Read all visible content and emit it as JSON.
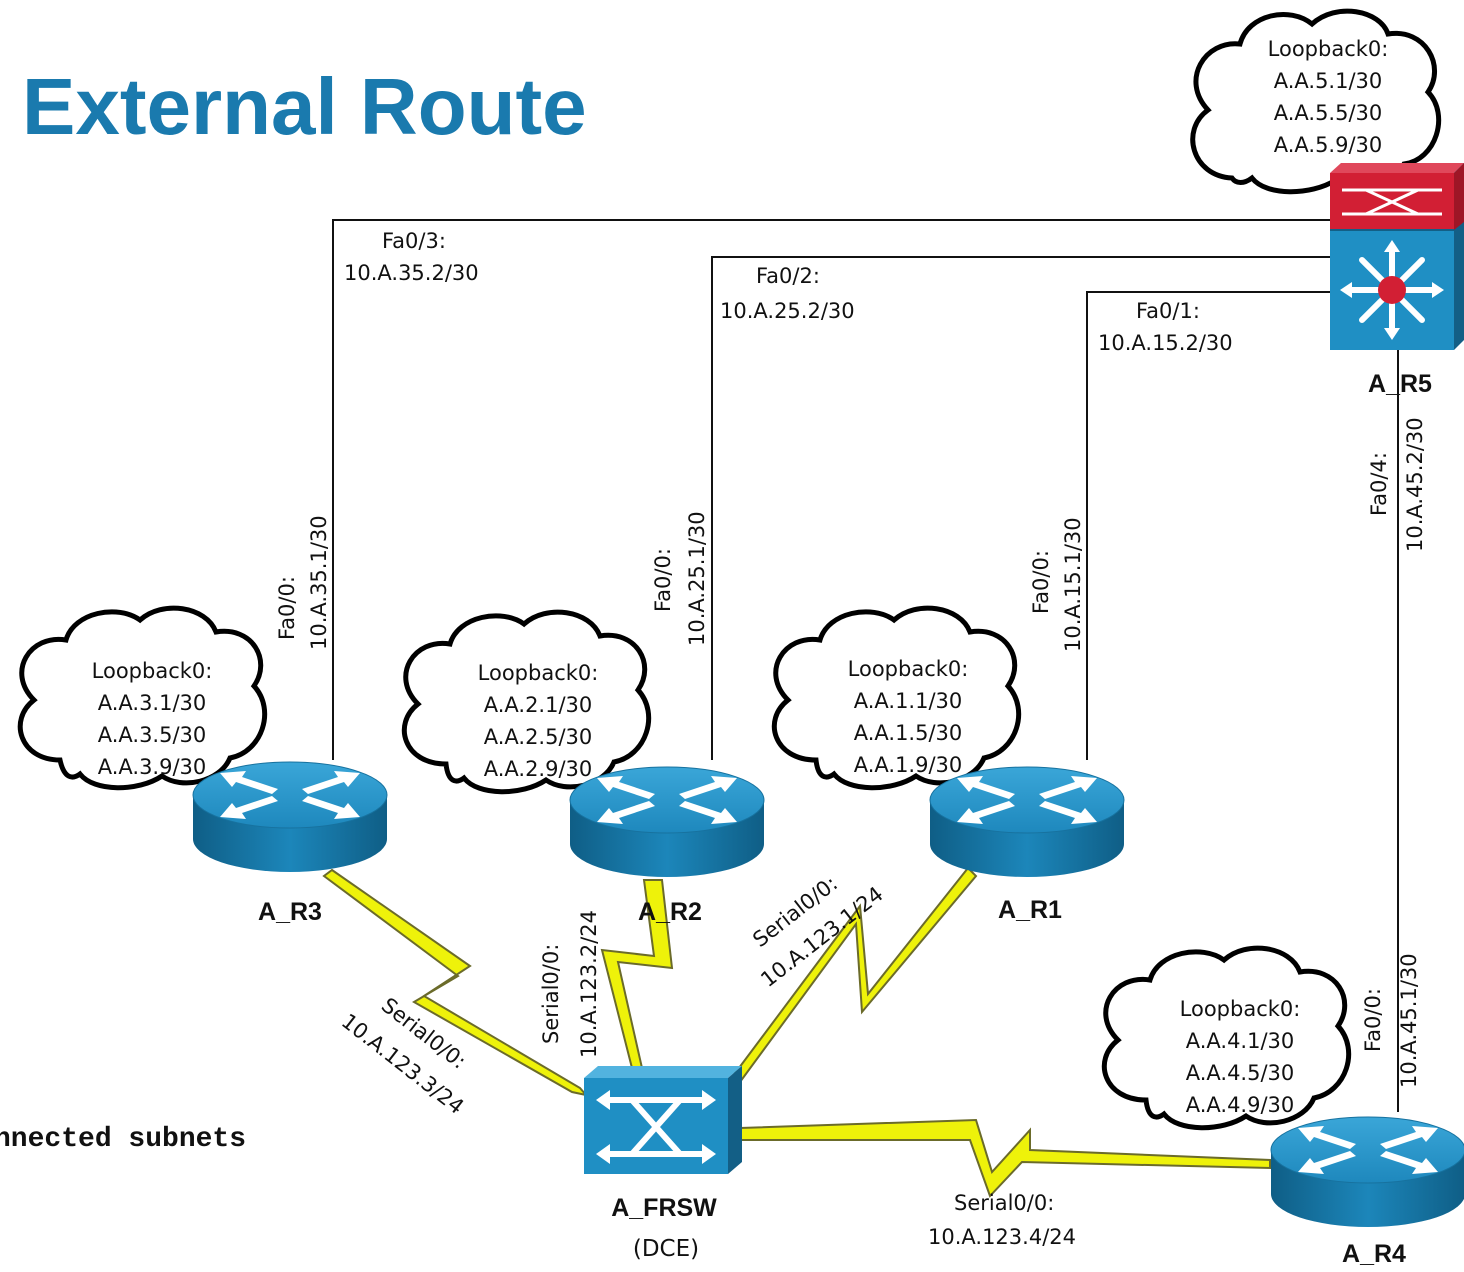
{
  "title": "External Route",
  "partial_text": "nnected subnets",
  "routers": {
    "r1": {
      "name": "A_R1",
      "icon": "router-icon",
      "loopback": [
        "Loopback0:",
        "A.A.1.1/30",
        "A.A.1.5/30",
        "A.A.1.9/30"
      ]
    },
    "r2": {
      "name": "A_R2",
      "icon": "router-icon",
      "loopback": [
        "Loopback0:",
        "A.A.2.1/30",
        "A.A.2.5/30",
        "A.A.2.9/30"
      ]
    },
    "r3": {
      "name": "A_R3",
      "icon": "router-icon",
      "loopback": [
        "Loopback0:",
        "A.A.3.1/30",
        "A.A.3.5/30",
        "A.A.3.9/30"
      ]
    },
    "r4": {
      "name": "A_R4",
      "icon": "router-icon",
      "loopback": [
        "Loopback0:",
        "A.A.4.1/30",
        "A.A.4.5/30",
        "A.A.4.9/30"
      ]
    },
    "r5": {
      "name": "A_R5",
      "icon": "multilayer-switch-icon",
      "loopback": [
        "Loopback0:",
        "A.A.5.1/30",
        "A.A.5.5/30",
        "A.A.5.9/30"
      ]
    }
  },
  "frsw": {
    "name": "A_FRSW",
    "sub": "(DCE)",
    "icon": "frame-relay-switch-icon"
  },
  "ethernet_links": {
    "r5_r3": {
      "r5_if": "Fa0/3:",
      "r5_ip": "10.A.35.2/30",
      "r_if": "Fa0/0:",
      "r_ip": "10.A.35.1/30"
    },
    "r5_r2": {
      "r5_if": "Fa0/2:",
      "r5_ip": "10.A.25.2/30",
      "r_if": "Fa0/0:",
      "r_ip": "10.A.25.1/30"
    },
    "r5_r1": {
      "r5_if": "Fa0/1:",
      "r5_ip": "10.A.15.2/30",
      "r_if": "Fa0/0:",
      "r_ip": "10.A.15.1/30"
    },
    "r5_r4": {
      "r5_if": "Fa0/4:",
      "r5_ip": "10.A.45.2/30",
      "r_if": "Fa0/0:",
      "r_ip": "10.A.45.1/30"
    }
  },
  "serial_links": {
    "r3": {
      "if": "Serial0/0:",
      "ip": "10.A.123.3/24"
    },
    "r2": {
      "if": "Serial0/0:",
      "ip": "10.A.123.2/24"
    },
    "r1": {
      "if": "Serial0/0:",
      "ip": "10.A.123.1/24"
    },
    "r4": {
      "if": "Serial0/0:",
      "ip": "10.A.123.4/24"
    }
  },
  "colors": {
    "title": "#1a7aae",
    "device_blue": "#1f8fc4",
    "device_blue_dark": "#135f86",
    "multilayer_top": "#d21f34",
    "serial_bolt": "#eef20a"
  }
}
